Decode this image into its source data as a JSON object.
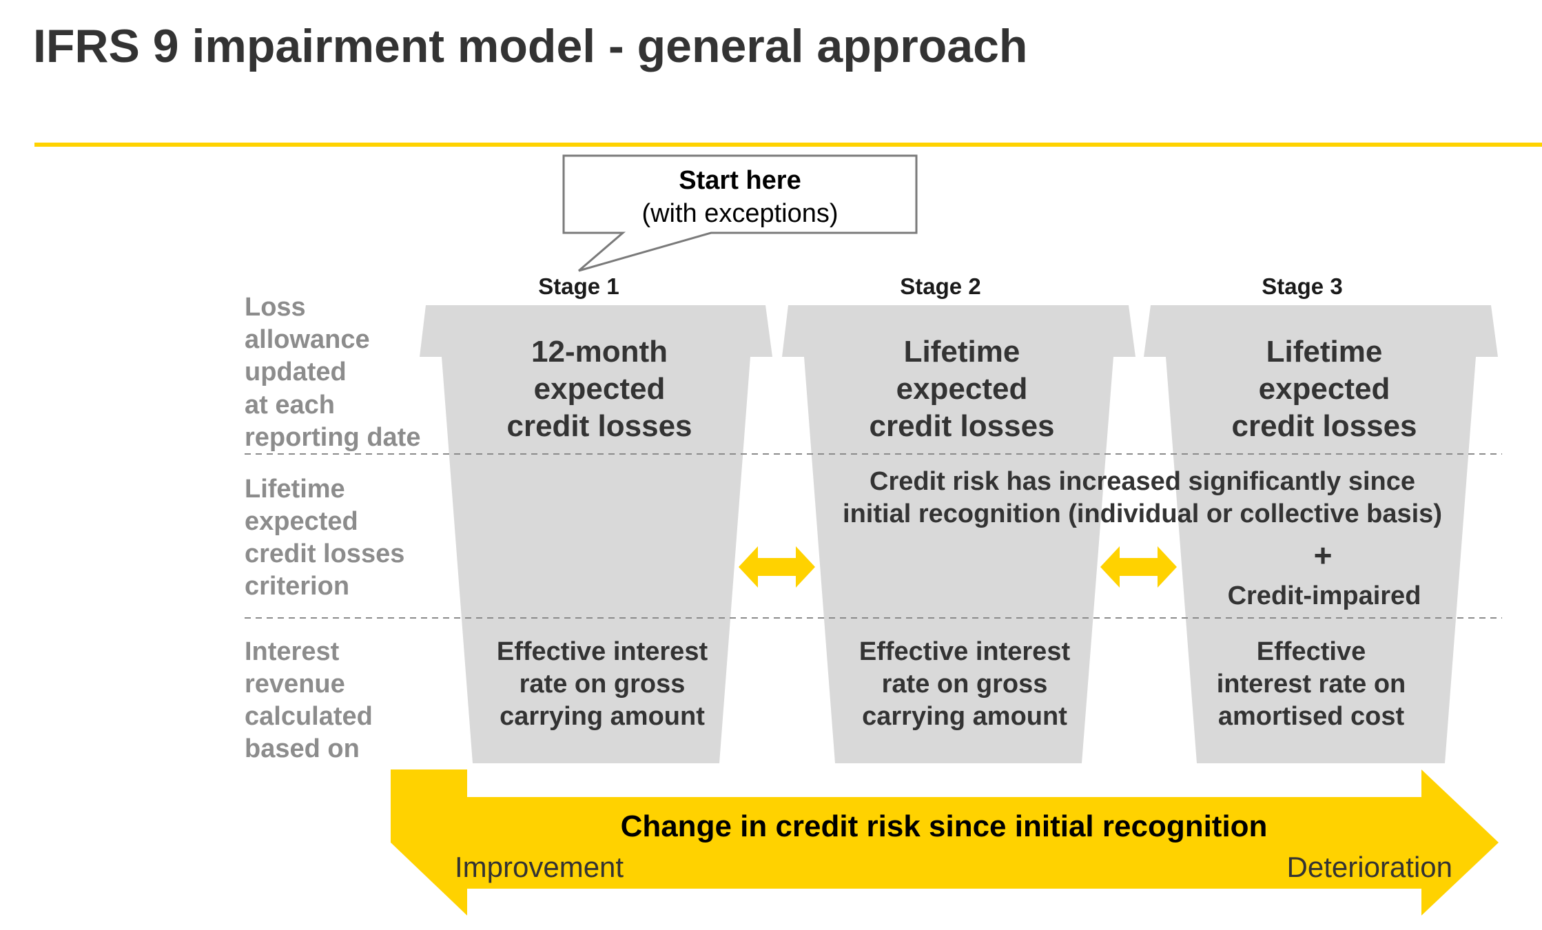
{
  "title": "IFRS 9 impairment model - general approach",
  "colors": {
    "accent_yellow": "#ffd200",
    "cup_gray": "#d9d9d9",
    "row_label_gray": "#8c8c8c",
    "text_dark": "#333333"
  },
  "callout": {
    "bold": "Start here",
    "normal": "(with exceptions)"
  },
  "stages": [
    {
      "label": "Stage 1",
      "ecl_lines": [
        "12-month",
        "expected",
        "credit losses"
      ],
      "interest_lines": [
        "Effective interest",
        "rate on gross",
        "carrying amount"
      ]
    },
    {
      "label": "Stage 2",
      "ecl_lines": [
        "Lifetime",
        "expected",
        "credit losses"
      ],
      "interest_lines": [
        "Effective interest",
        "rate on gross",
        "carrying amount"
      ]
    },
    {
      "label": "Stage 3",
      "ecl_lines": [
        "Lifetime",
        "expected",
        "credit losses"
      ],
      "interest_lines": [
        "Effective",
        "interest rate on",
        "amortised cost"
      ]
    }
  ],
  "row_labels": {
    "loss_allowance": [
      "Loss",
      "allowance",
      "updated",
      "at each",
      "reporting date"
    ],
    "criterion": [
      "Lifetime",
      "expected",
      "credit losses",
      "criterion"
    ],
    "interest": [
      "Interest",
      "revenue",
      "calculated",
      "based on"
    ]
  },
  "criterion_text": {
    "line1": "Credit risk has increased significantly since",
    "line2": "initial recognition (individual or collective basis)",
    "plus": "+",
    "credit_impaired": "Credit-impaired"
  },
  "bottom_arrow": {
    "title": "Change in credit risk since initial recognition",
    "left": "Improvement",
    "right": "Deterioration"
  }
}
